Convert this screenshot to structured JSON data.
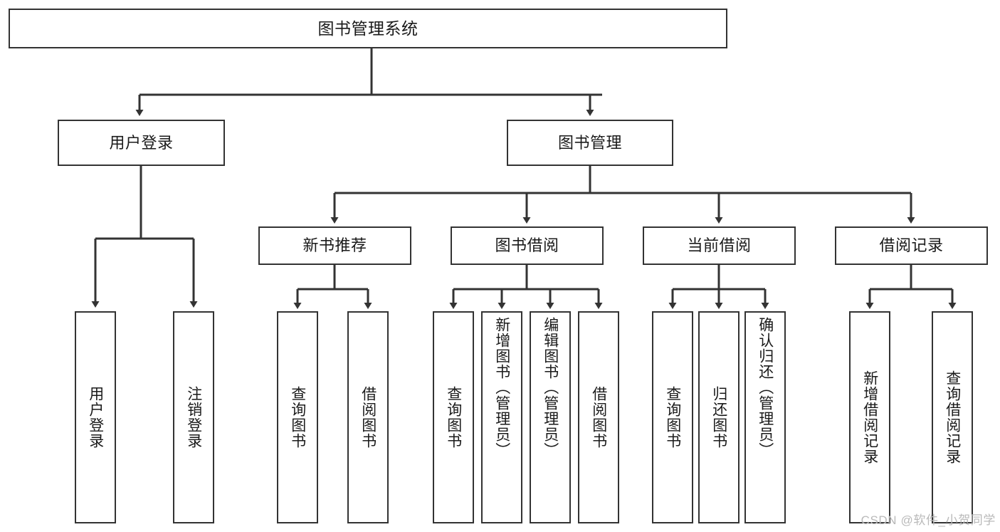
{
  "diagram": {
    "type": "tree",
    "title": "图书管理系统",
    "watermark": "CSDN @软件_小贺同学",
    "colors": {
      "box_border": "#333333",
      "box_fill": "#ffffff",
      "connector": "#333333",
      "background": "#ffffff",
      "watermark_text": "#b9b9b9"
    },
    "root": {
      "label": "图书管理系统"
    },
    "level2": [
      {
        "label": "用户登录"
      },
      {
        "label": "图书管理"
      }
    ],
    "level3": [
      {
        "label": "新书推荐"
      },
      {
        "label": "图书借阅"
      },
      {
        "label": "当前借阅"
      },
      {
        "label": "借阅记录"
      }
    ],
    "leaves": {
      "user_login": [
        {
          "label": "用户登录"
        },
        {
          "label": "注销登录"
        }
      ],
      "new_book_recommend": [
        {
          "label": "查询图书"
        },
        {
          "label": "借阅图书"
        }
      ],
      "book_borrow": [
        {
          "label": "查询图书"
        },
        {
          "label": "新增图书（管理员）"
        },
        {
          "label": "编辑图书（管理员）"
        },
        {
          "label": "借阅图书"
        }
      ],
      "current_borrow": [
        {
          "label": "查询图书"
        },
        {
          "label": "归还图书"
        },
        {
          "label": "确认归还（管理员）"
        }
      ],
      "borrow_record": [
        {
          "label": "新增借阅记录"
        },
        {
          "label": "查询借阅记录"
        }
      ]
    }
  }
}
